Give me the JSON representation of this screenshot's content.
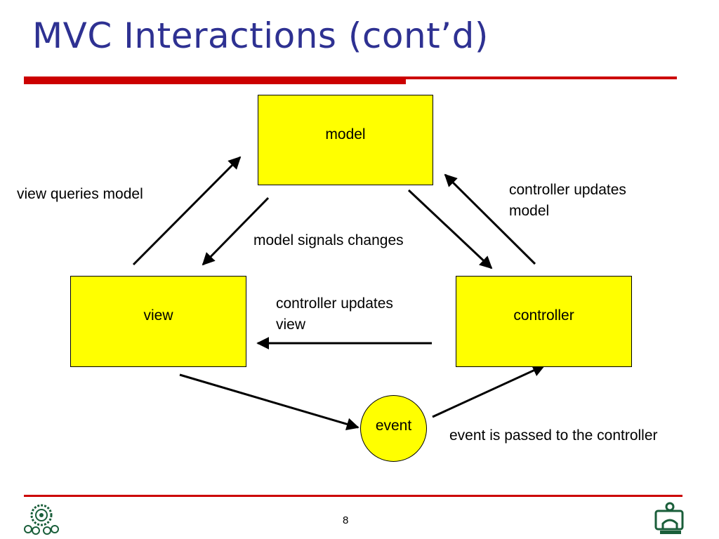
{
  "slide": {
    "title": "MVC Interactions (cont’d)",
    "page_number": "8"
  },
  "colors": {
    "title": "#2e3192",
    "accent_red": "#cc0000",
    "box_fill": "#ffff00",
    "icon_green": "#1a5e3a"
  },
  "diagram": {
    "nodes": {
      "model": "model",
      "view": "view",
      "controller": "controller",
      "event": "event"
    },
    "edge_labels": {
      "view_queries_model": "view queries model",
      "controller_updates_model_line1": "controller updates",
      "controller_updates_model_line2": "model",
      "model_signals_changes": "model signals changes",
      "controller_updates_view_line1": "controller updates",
      "controller_updates_view_line2": "view",
      "event_passed": "event is passed to the controller"
    }
  },
  "icons": {
    "left_logo": "university-emblem-icon",
    "right_logo": "computer-user-icon"
  }
}
